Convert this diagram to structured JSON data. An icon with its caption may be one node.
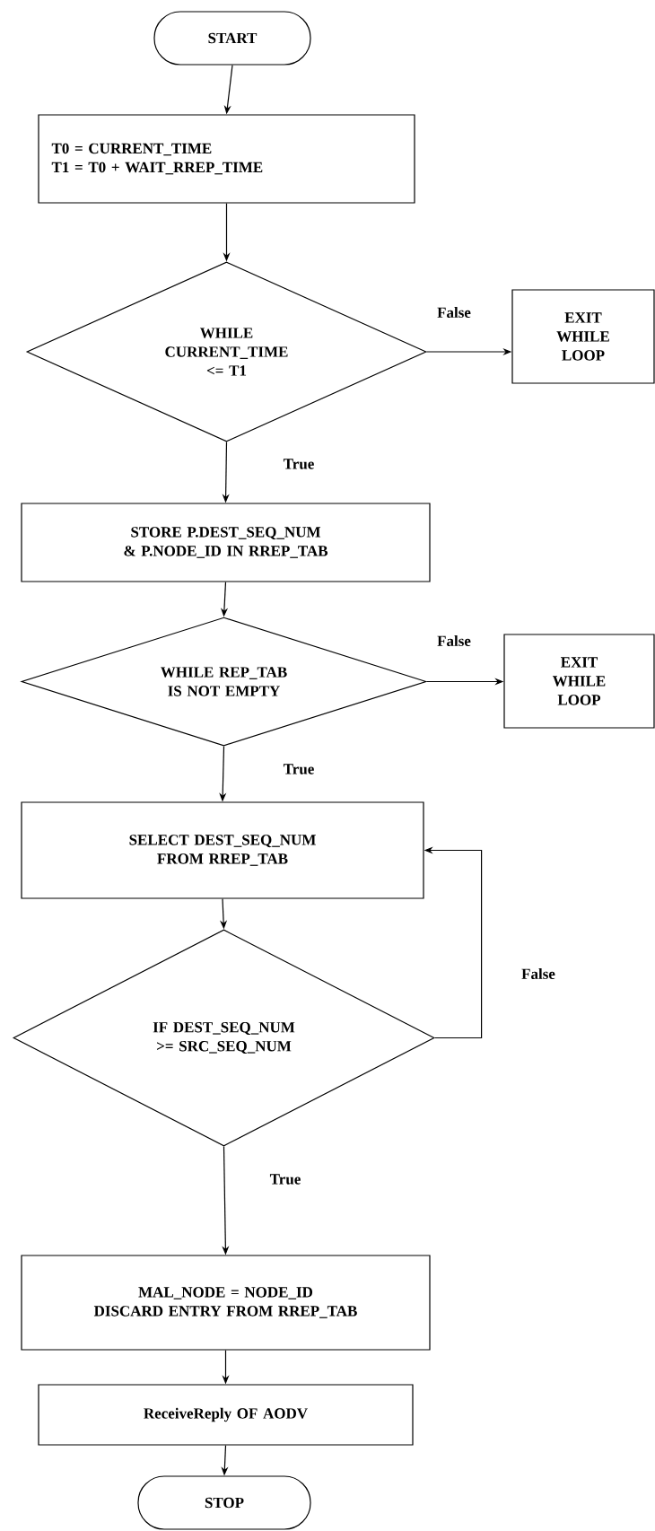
{
  "diagram": {
    "nodes": [
      {
        "text": [
          "START"
        ]
      },
      {
        "text": [
          "T0 = CURRENT_TIME",
          "T1 = T0 + WAIT_RREP_TIME"
        ]
      },
      {
        "text": [
          "WHILE CURRENT_TIME <= T1"
        ]
      },
      {
        "text": [
          "EXIT WHILE LOOP"
        ]
      },
      {
        "text": [
          "STORE P.DEST_SEQ_NUM & P.NODE_ID IN RREP_TAB"
        ]
      },
      {
        "text": [
          "WHILE REP_TAB IS NOT EMPTY"
        ]
      },
      {
        "text": [
          "EXIT WHILE LOOP"
        ]
      },
      {
        "text": [
          "SELECT DEST_SEQ_NUM FROM RREP_TAB"
        ]
      },
      {
        "text": [
          "IF DEST_SEQ_NUM >= SRC_SEQ_NUM"
        ]
      },
      {
        "text": [
          "MAL_NODE = NODE_ID",
          "DISCARD ENTRY FROM RREP_TAB"
        ]
      },
      {
        "text": [
          "ReceiveReply OF AODV"
        ]
      },
      {
        "text": [
          "STOP"
        ]
      }
    ],
    "edges": [
      {
        "from": 0,
        "to": 1,
        "arrow": "to"
      },
      {
        "from": 1,
        "to": 2,
        "arrow": "to"
      },
      {
        "from": 2,
        "to": 3,
        "arrow": "to",
        "label": "False"
      },
      {
        "from": 2,
        "to": 4,
        "arrow": "to",
        "label": "True"
      },
      {
        "from": 4,
        "to": 5,
        "arrow": "to"
      },
      {
        "from": 5,
        "to": 6,
        "arrow": "to",
        "label": "False"
      },
      {
        "from": 5,
        "to": 7,
        "arrow": "to",
        "label": "True"
      },
      {
        "from": 7,
        "to": 8,
        "arrow": "to"
      },
      {
        "from": 8,
        "to": 7,
        "arrow": "to",
        "label": "False"
      },
      {
        "from": 8,
        "to": 9,
        "arrow": "to",
        "label": "True"
      },
      {
        "from": 9,
        "to": 10,
        "arrow": "to"
      },
      {
        "from": 10,
        "to": 11,
        "arrow": "to"
      }
    ]
  }
}
